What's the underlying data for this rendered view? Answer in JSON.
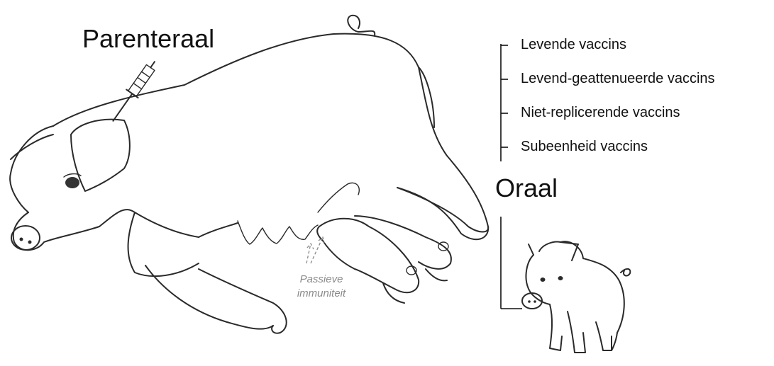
{
  "labels": {
    "parenteral": "Parenteraal",
    "oral": "Oraal",
    "passive_line1": "Passieve",
    "passive_line2": "immuniteit"
  },
  "vaccine_types": [
    "Levende vaccins",
    "Levend-geattenueerde vaccins",
    "Niet-replicerende vaccins",
    "Subeenheid vaccins"
  ],
  "icons": {
    "syringe": "syringe-icon",
    "sow": "sow-illustration",
    "piglets": "nursing-piglets-illustration",
    "piglet": "standing-piglet-illustration"
  },
  "colors": {
    "ink": "#2a2a2a",
    "passive_text": "#8a8a8a"
  }
}
